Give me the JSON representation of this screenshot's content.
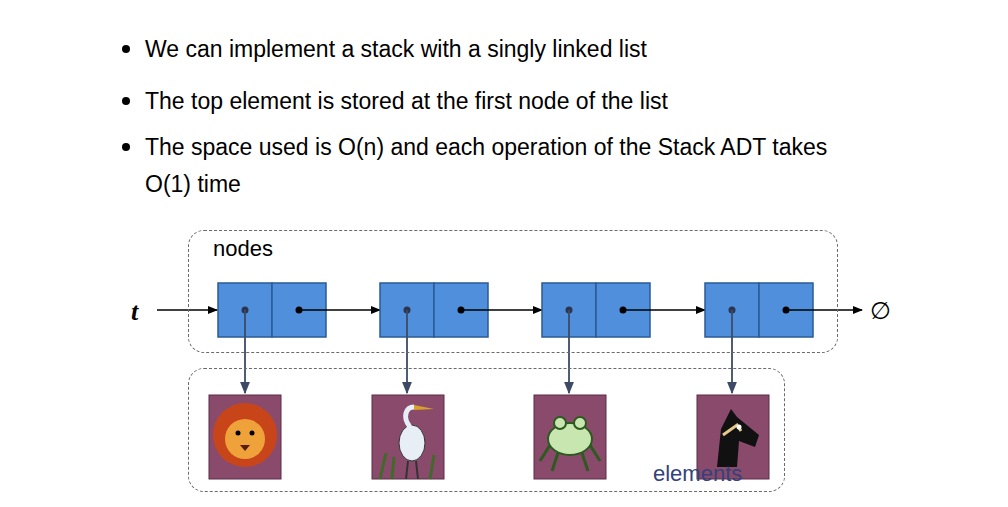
{
  "diagram": {
    "nodes": [
      {
        "text": [
          "nodes"
        ]
      },
      {
        "text": [
          "elements"
        ]
      }
    ],
    "labels": [
      "We can implement a stack with a singly linked list",
      "The top element is stored at the first node of the list",
      "The space used is O(n) and each operation of the Stack ADT takes O(1) time",
      "t",
      "∅"
    ]
  }
}
